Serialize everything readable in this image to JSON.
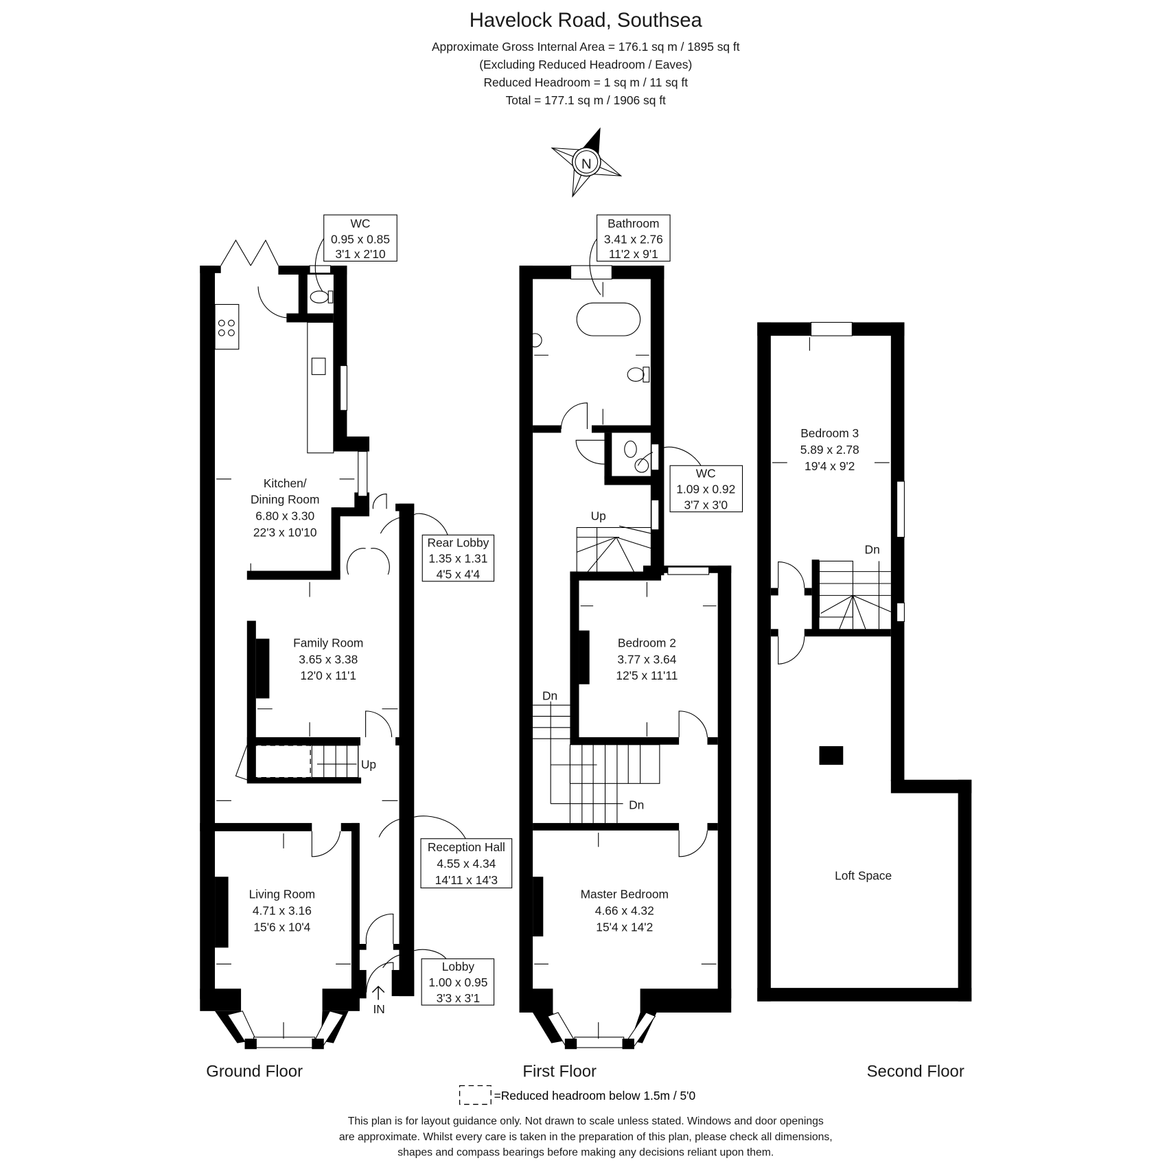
{
  "header": {
    "title": "Havelock Road, Southsea",
    "lines": [
      "Approximate Gross Internal Area = 176.1 sq m / 1895 sq ft",
      "(Excluding Reduced Headroom / Eaves)",
      "Reduced Headroom = 1 sq m / 11 sq ft",
      "Total = 177.1 sq m / 1906 sq ft"
    ]
  },
  "compass": {
    "label": "N",
    "icon": "north-compass-icon"
  },
  "floors": {
    "ground": {
      "label": "Ground Floor",
      "rooms": {
        "wc": {
          "name": "WC",
          "metric": "0.95 x 0.85",
          "imperial": "3'1 x 2'10"
        },
        "kitchen": {
          "name": "Kitchen/",
          "name2": "Dining Room",
          "metric": "6.80 x 3.30",
          "imperial": "22'3 x 10'10"
        },
        "rear_lobby": {
          "name": "Rear Lobby",
          "metric": "1.35 x 1.31",
          "imperial": "4'5 x 4'4"
        },
        "family": {
          "name": "Family Room",
          "metric": "3.65 x 3.38",
          "imperial": "12'0 x 11'1"
        },
        "reception": {
          "name": "Reception Hall",
          "metric": "4.55 x 4.34",
          "imperial": "14'11 x 14'3"
        },
        "living": {
          "name": "Living Room",
          "metric": "4.71 x 3.16",
          "imperial": "15'6 x 10'4"
        },
        "lobby": {
          "name": "Lobby",
          "metric": "1.00 x 0.95",
          "imperial": "3'3 x 3'1"
        }
      },
      "stairs_label": "Up",
      "entrance_label": "IN"
    },
    "first": {
      "label": "First Floor",
      "rooms": {
        "bathroom": {
          "name": "Bathroom",
          "metric": "3.41 x 2.76",
          "imperial": "11'2 x 9'1"
        },
        "wc": {
          "name": "WC",
          "metric": "1.09 x 0.92",
          "imperial": "3'7 x 3'0"
        },
        "bedroom2": {
          "name": "Bedroom 2",
          "metric": "3.77 x 3.64",
          "imperial": "12'5 x 11'11"
        },
        "master": {
          "name": "Master Bedroom",
          "metric": "4.66 x 4.32",
          "imperial": "15'4 x 14'2"
        }
      },
      "stairs_up_label": "Up",
      "stairs_dn_label_1": "Dn",
      "stairs_dn_label_2": "Dn"
    },
    "second": {
      "label": "Second Floor",
      "rooms": {
        "bedroom3": {
          "name": "Bedroom 3",
          "metric": "5.89 x 2.78",
          "imperial": "19'4 x 9'2"
        },
        "loft": {
          "name": "Loft Space"
        }
      },
      "stairs_dn_label": "Dn"
    }
  },
  "legend": {
    "text": "=Reduced headroom below 1.5m / 5'0"
  },
  "disclaimer": [
    "This plan is for layout guidance only. Not drawn to scale unless stated. Windows and door openings",
    "are approximate. Whilst every care is taken in the preparation of this plan, please check all dimensions,",
    "shapes and compass bearings before making any decisions reliant upon them."
  ]
}
